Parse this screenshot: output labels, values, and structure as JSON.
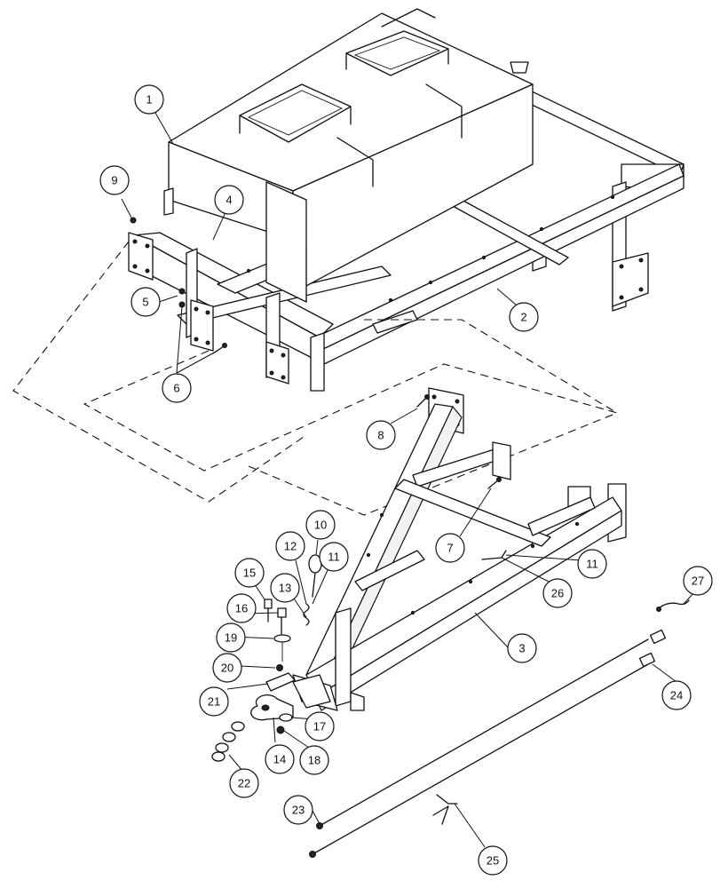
{
  "diagram": {
    "type": "exploded parts diagram",
    "callouts": [
      {
        "id": "1",
        "label": "1"
      },
      {
        "id": "2",
        "label": "2"
      },
      {
        "id": "3",
        "label": "3"
      },
      {
        "id": "4",
        "label": "4"
      },
      {
        "id": "5",
        "label": "5"
      },
      {
        "id": "6",
        "label": "6"
      },
      {
        "id": "7",
        "label": "7"
      },
      {
        "id": "8",
        "label": "8"
      },
      {
        "id": "9",
        "label": "9"
      },
      {
        "id": "10",
        "label": "10"
      },
      {
        "id": "11a",
        "label": "11"
      },
      {
        "id": "11b",
        "label": "11"
      },
      {
        "id": "12",
        "label": "12"
      },
      {
        "id": "13",
        "label": "13"
      },
      {
        "id": "14",
        "label": "14"
      },
      {
        "id": "15",
        "label": "15"
      },
      {
        "id": "16",
        "label": "16"
      },
      {
        "id": "17",
        "label": "17"
      },
      {
        "id": "18",
        "label": "18"
      },
      {
        "id": "19",
        "label": "19"
      },
      {
        "id": "20",
        "label": "20"
      },
      {
        "id": "21",
        "label": "21"
      },
      {
        "id": "22",
        "label": "22"
      },
      {
        "id": "23",
        "label": "23"
      },
      {
        "id": "24",
        "label": "24"
      },
      {
        "id": "25",
        "label": "25"
      },
      {
        "id": "26",
        "label": "26"
      },
      {
        "id": "27",
        "label": "27"
      }
    ]
  }
}
